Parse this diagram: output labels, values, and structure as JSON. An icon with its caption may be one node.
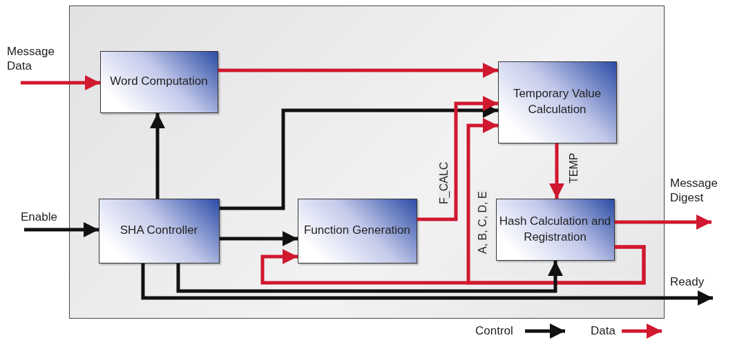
{
  "diagram": {
    "nodes": [
      {
        "text": [],
        "shape": "box"
      },
      {
        "text": [
          "Word Computation"
        ],
        "in": 0
      },
      {
        "text": [
          "SHA Controller"
        ],
        "in": 0
      },
      {
        "text": [
          "Function Generation"
        ],
        "in": 0
      },
      {
        "text": [
          "Temporary Value Calculation"
        ],
        "in": 0
      },
      {
        "text": [
          "Hash Calculation and Registration"
        ],
        "in": 0
      },
      {
        "text": [
          "Message Data"
        ]
      },
      {
        "text": [
          "Enable"
        ]
      },
      {
        "text": [
          "Message Digest"
        ]
      },
      {
        "text": [
          "Ready"
        ]
      }
    ],
    "edges": [
      {
        "from": 6,
        "to": 1,
        "arrow": "to"
      },
      {
        "from": 1,
        "to": 4,
        "arrow": "to"
      },
      {
        "from": 2,
        "to": 1,
        "arrow": "to",
        "color": "#111111"
      },
      {
        "from": 2,
        "to": 4,
        "arrow": "to",
        "color": "#111111"
      },
      {
        "from": 2,
        "to": 3,
        "arrow": "to",
        "color": "#111111"
      },
      {
        "from": 3,
        "to": 4,
        "arrow": "to",
        "label": "F_CALC"
      },
      {
        "from": 5,
        "to": 4,
        "arrow": "to",
        "label": "A, B, C, D, E"
      },
      {
        "from": 5,
        "to": 3,
        "arrow": "to"
      },
      {
        "from": 4,
        "to": 5,
        "arrow": "to",
        "label": "TEMP"
      },
      {
        "from": 7,
        "to": 2,
        "arrow": "to",
        "color": "#111111"
      },
      {
        "from": 5,
        "to": 8,
        "arrow": "to"
      },
      {
        "from": 2,
        "to": 5,
        "arrow": "to",
        "color": "#111111"
      },
      {
        "from": 2,
        "to": 9,
        "arrow": "to",
        "color": "#111111"
      }
    ],
    "legend": [
      {
        "text": "Control"
      },
      {
        "text": "Data"
      }
    ]
  }
}
